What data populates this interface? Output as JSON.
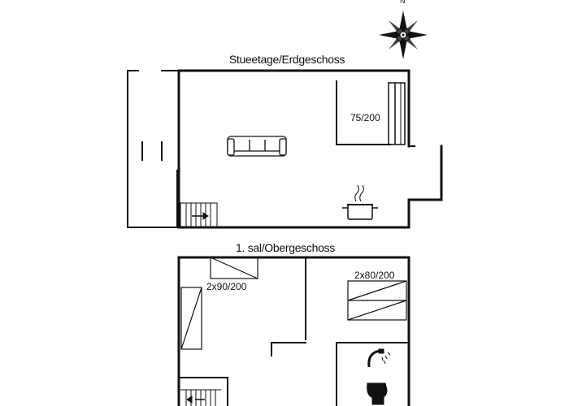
{
  "compass": {
    "north_label": "N",
    "icon": "compass-rose-icon"
  },
  "floors": [
    {
      "title": "Stueetage/Erdgeschoss",
      "rooms": [
        {
          "bed_label": "75/200"
        }
      ],
      "furniture": [
        "sofa-icon",
        "cooking-pot-icon",
        "staircase-icon"
      ]
    },
    {
      "title": "1. sal/Obergeschoss",
      "rooms": [
        {
          "bed_label": "2x90/200"
        },
        {
          "bed_label": "2x80/200"
        }
      ],
      "furniture": [
        "shower-icon",
        "toilet-icon",
        "staircase-icon"
      ]
    }
  ],
  "colors": {
    "wall": "#111111",
    "background": "#ffffff"
  }
}
